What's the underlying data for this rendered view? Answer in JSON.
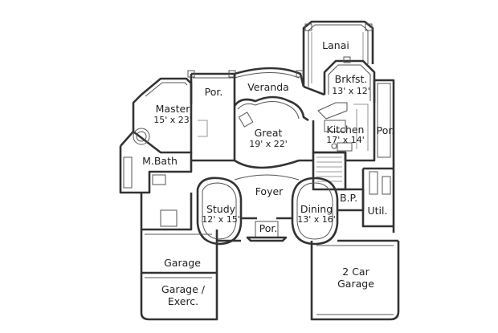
{
  "rooms": {
    "lanai": {
      "name": "Lanai"
    },
    "veranda": {
      "name": "Veranda"
    },
    "porch_veranda": {
      "name": "Por."
    },
    "breakfast": {
      "name": "Brkfst.",
      "dims": "13' x 12'"
    },
    "master": {
      "name": "Master",
      "dims": "15' x 23'"
    },
    "great": {
      "name": "Great",
      "dims": "19' x 22'"
    },
    "kitchen": {
      "name": "Kitchen",
      "dims": "17' x 14'"
    },
    "porch_kitchen": {
      "name": "Por."
    },
    "master_bath": {
      "name": "M.Bath"
    },
    "foyer": {
      "name": "Foyer"
    },
    "study": {
      "name": "Study",
      "dims": "12' x 15'"
    },
    "dining": {
      "name": "Dining",
      "dims": "13' x 16'"
    },
    "butler_pantry": {
      "name": "B.P."
    },
    "utility": {
      "name": "Util."
    },
    "porch_entry": {
      "name": "Por."
    },
    "garage": {
      "name": "Garage"
    },
    "garage_exercise": {
      "name": "Garage /",
      "name2": "Exerc."
    },
    "two_car_garage": {
      "name": "2 Car",
      "name2": "Garage"
    }
  }
}
